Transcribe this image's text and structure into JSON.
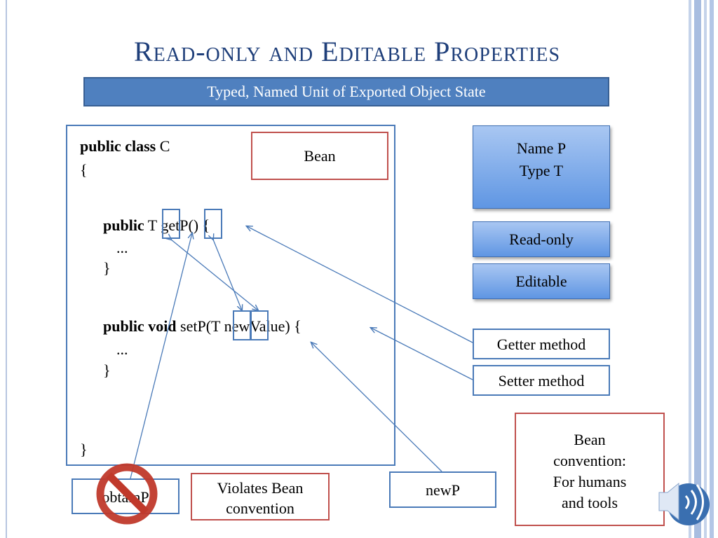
{
  "slide": {
    "title": "Read-only and Editable Properties",
    "subtitle": "Typed, Named Unit of Exported Object State"
  },
  "code": {
    "line1_kw": "public class",
    "line1_rest": " C",
    "line2": "{",
    "getter_kw": "public",
    "getter_rest": " T getP() {",
    "getter_body": "...",
    "getter_close": "}",
    "setter_kw": "public void",
    "setter_rest": " setP(T newValue) {",
    "setter_body": "...",
    "setter_close": "}",
    "class_close": "}"
  },
  "labels": {
    "bean": "Bean",
    "name_p": "Name P",
    "type_t": "Type T",
    "read_only": "Read-only",
    "editable": "Editable",
    "getter_method": "Getter method",
    "setter_method": "Setter method",
    "bean_convention": [
      "Bean",
      "convention:",
      "For humans",
      "and tools"
    ],
    "obtain_p": "obtainP",
    "violates": [
      "Violates Bean",
      "convention"
    ],
    "new_p": "newP"
  },
  "colors": {
    "title": "#1f3f7a",
    "accent_blue": "#4f80bf",
    "box_border_blue": "#4a7ab8",
    "box_border_red": "#c0504d",
    "arrow": "#4a7ab8",
    "prohibition": "#c0392b"
  },
  "icons": [
    "prohibition-icon",
    "speaker-icon"
  ]
}
